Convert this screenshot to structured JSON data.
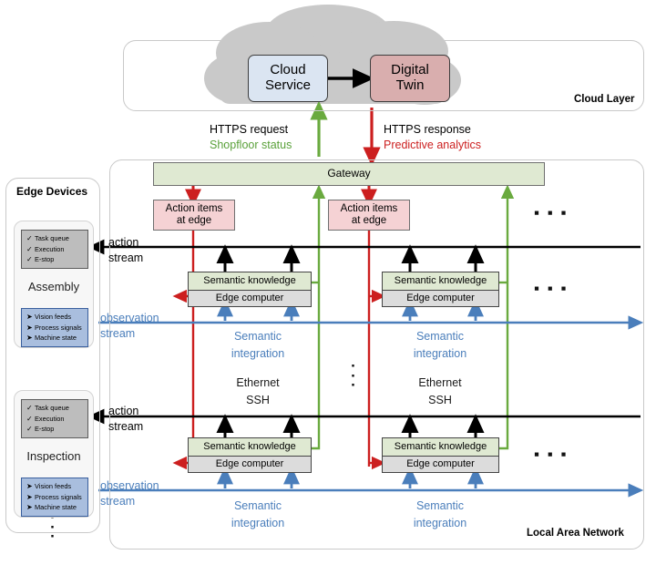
{
  "layers": {
    "cloud": {
      "label": "Cloud Layer"
    },
    "lan": {
      "label": "Local Area Network"
    },
    "edge_devices": {
      "label": "Edge Devices"
    }
  },
  "cloud": {
    "service_box": "Cloud\nService",
    "service_line1": "Cloud",
    "service_line2": "Service",
    "twin_line1": "Digital",
    "twin_line2": "Twin",
    "service_color": "#dbe5f2",
    "twin_color": "#d9aeae",
    "cloud_shape_color": "#c9c9c9"
  },
  "links": {
    "up_title": "HTTPS request",
    "up_subtitle": "Shopfloor status",
    "down_title": "HTTPS response",
    "down_subtitle": "Predictive analytics",
    "up_color": "#6aaa3f",
    "down_color": "#cc1f1f"
  },
  "gateway": {
    "label": "Gateway",
    "color": "#dfe9d2"
  },
  "action_items": [
    {
      "line1": "Action items",
      "line2": "at edge"
    },
    {
      "line1": "Action items",
      "line2": "at edge"
    }
  ],
  "action_items_color": "#f5d2d4",
  "streams": {
    "action_line1": "action",
    "action_line2": "stream",
    "observation_line1": "observation",
    "observation_line2": "stream",
    "action_color": "#000000",
    "observation_color": "#4a7ebb"
  },
  "nodes": {
    "semantic_knowledge": "Semantic knowledge",
    "edge_computer": "Edge computer",
    "semantic_integration_line1": "Semantic",
    "semantic_integration_line2": "integration",
    "protocol_line1": "Ethernet",
    "protocol_line2": "SSH",
    "knowledge_color": "#dfe9d2",
    "computer_color": "#dcdcdc"
  },
  "devices": [
    {
      "name": "Assembly",
      "action_chip": [
        "Task queue",
        "Execution",
        "E-stop"
      ],
      "action_marker": "✓",
      "observation_chip": [
        "Vision feeds",
        "Process signals",
        "Machine state"
      ],
      "observation_marker": "➤"
    },
    {
      "name": "Inspection",
      "action_chip": [
        "Task queue",
        "Execution",
        "E-stop"
      ],
      "action_marker": "✓",
      "observation_chip": [
        "Vision feeds",
        "Process signals",
        "Machine state"
      ],
      "observation_marker": "➤"
    }
  ],
  "ellipsis": {
    "horizontal": "▪ ▪ ▪",
    "vertical": "·"
  }
}
